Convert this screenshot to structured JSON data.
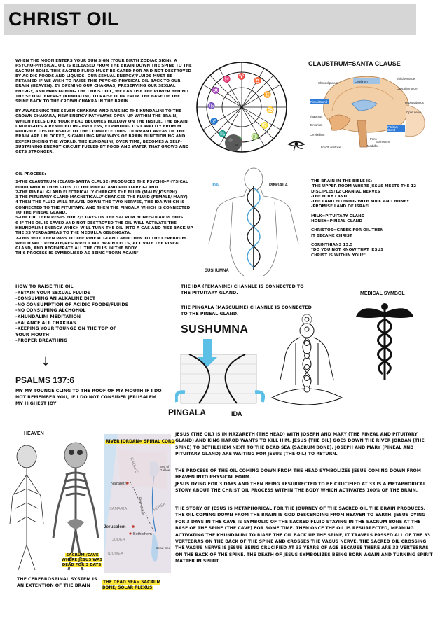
{
  "title": "CHRIST OIL",
  "intro": [
    "WHEN THE MOON ENTERS YOUR SUN SIGN (YOUR BIRTH ZODIAC SIGN), A PSYCHO-PHYSICAL OIL IS RELEASED FROM THE BRAIN DOWN THE SPINE TO THE SACRUM BONE. THIS SACRED FLUID MUST BE CARED FOR AND NOT DESTROYED BY ACIDIC FOODS AND LIQUIDS. OUR SEXUAL ENERGY/FLUIDS MUST BE RETAINED IF WE WISH TO RAISE THIS PSYCHO-PHYSICAL OIL BACK TO OUR BRAIN (HEAVEN). BY OPENING OUR CHAKRAS, PRESERVING OUR SEXUAL ENERGY, AND MAINTAINING THE CHRIST OIL, WE CAN USE THE POWER BEHIND THE SEXUAL ENERGY (KUNDALINI) TO RAISE IT UP FROM THE BASE OF THE SPINE BACK TO THE CROWN CHAKRA IN THE BRAIN.",
    "BY AWAKENING THE SEVEN CHAKRAS AND RAISING THE KUNDALINI TO THE CROWN CHAKARA, NEW ENERGY PATHWAYS OPEN UP WITHIN THE BRAIN, WHICH FEELS LIKE YOUR HEAD BECOMES HOLLOW ON THE INSIDE. THE BRAIN UNDERGOES A REMODELLING PROCESS, EXPANDING ITS CAPACITY FROM M ROUGHLY 10% OF USAGE TO THE COMPLETE 100%. DORMANT AREAS OF THE BRAIN ARE UNLOCKED, SIGNALLING NEW WAYS OF BRAIN FUNCTIONING AND EXPERIENCING THE WORLD. THE KUNDALINI, OVER TIME, BECOMES A SELF-SUSTAINING ENERGY CIRCUIT FUELED BY FOOD AND WATER THAT GROWS AND GETS STRONGER."
  ],
  "oil_process": {
    "heading": "OIL PROCESS:",
    "lines": [
      "1-THE CLAUSTRUM (CLAUS-SANTA CLAUSE) PRODUCES THE PSYCHO-PHYSICAL FLUID WHICH THEN GOES TO THE PINEAL AND PITUITARY GLAND",
      "2-THE PINEAL GLAND ELECTRICALLY CHARGES THE FLUID (MALE/ JOSEPH)",
      "3-THE PITUITARY GLAND MAGNETICALLY CHARGES THE FLUID (FEMALE/ MARY)",
      "4-THEN THE FLUID WILL TRAVEL DOWN THE TWO NERVES, THE IDA WHICH IS CONNECTED TO THE PITUITARY, AND THEN THE PINGALA WHICH IS CONNECTED TO THE PINEAL GLAND.",
      "5-THE OIL THEN RESTS FOR 2/3 DAYS ON THE SACRUM BONE/SOLAR PLEXUS",
      "6-IF THE OIL IS SAVED AND NOT DESTROYED THE OIL WILL ACTIVATE THE KHUNDALINI ENERGY WHICH WILL TURN THE OIL INTO A GAS AND RISE BACK UP THE 33 VERDABREAS TO THE MEDULLA OBLONGATA.",
      "7-THIS WILL THEN PASS TO THE PINEAL GLAND AND THEN TO THE CEREBRUM WHICH WILL REBIRTH/RESURRECT ALL BRAIN CELLS, ACTIVATE THE PINEAL GLAND, AND REGENERATE ALL THE CELLS IN THE BODY",
      "THIS PROCESS IS SYMBOLISED AS BEING \"BORN AGAIN\""
    ]
  },
  "claustrum_heading": "CLAUSTRUM=SANTA CLAUSE",
  "brain_labels": [
    "Cerebrum",
    "Third ventricle",
    "Choroid plexus",
    "Lateral ventricle",
    "Pineal Gland",
    "Hypothalamus",
    "Optic nerve",
    "Thalamus",
    "Cerebellum",
    "Pituitary Gland",
    "Pons",
    "Brain stem",
    "Medulla",
    "Tentorium",
    "Fourth ventricle"
  ],
  "body_labels": {
    "ida": "IDA",
    "pingala": "PINGALA",
    "sushumna": "SUSHUMNA"
  },
  "bible": {
    "lines": [
      "THE BRAIN IN THE BIBLE IS:",
      "-THE UPPER ROOM WHERE JESUS MEETS THE 12 DISCIPLES/12 CRANIAL NERVES",
      "-THE HOLY LAND",
      "-THE LAND FLOWING WITH MILK AND HONEY",
      "-PROMISE LAND OF ISRAEL"
    ],
    "milk": "MILK=PITUITARY  GLAND",
    "honey": "HONEY=PINEAL GLAND",
    "christos": "CHRISTOS=GREEK FOR OIL THEN IT BECAME CHRIST",
    "corinthians": "CORINTHIANS 13:5",
    "quote": "\"DO YOU NOT KNOW THAT JESUS CHRIST IS WITHIN YOU?\""
  },
  "raise": {
    "lines": [
      "HOW TO RAISE THE OIL",
      "-RETAIN YOUR SEXUAL FLUIDS",
      "-CONSUMING AN ALKALINE DIET",
      "-NO CONSUMPTION OF ACIDIC FOODS/FLUIDS",
      "-NO CONSUMING ALCHOHOL",
      "-KHUNDALINI MEDITATION",
      "-BALANCE ALL CHAKRAS",
      "-KEEPING YOUR TOUNGE ON THE TOP OF YOUR MOUTH",
      "-PROPER BREATHING"
    ],
    "arrow": "↓"
  },
  "psalms": {
    "heading": "PSALMS 137:6",
    "text": "MY MY TOUNGE CLING TO THE ROOF OF MY MOUTH IF I DO NOT REMEMBER YOU, IF I DO NOT CONSIDER JERUSALEM MY HIGHEST JOY"
  },
  "ida_note": "THE IDA (FEMANINE) CHANNLE IS CONNECTED TO THE PITUITARY GLAND.",
  "pingala_note": "THE PINGALA (MASCULINE) CHANNLE IS CONNECTED TO THE PINEAL GLAND.",
  "medical_symbol": "MEDICAL SYMBOL",
  "sushumna_big": "SUSHUMNA",
  "pingala_big": "PINGALA",
  "ida_big": "IDA",
  "heaven": "HEAVEN",
  "sacrum_label": "SACRUM /CAVE WHERE JESUS WAS DEAD FOR 3 DAYS",
  "cerebrospinal": "THE  CEREBROSPINAL SYSTEM IS AN EXTENTION OF THE BRAIN",
  "map": {
    "jordan": "RIVER JORDAN= SPINAL CORD",
    "dead_sea": "THE DEAD SEA= SACRUM BONE/ SOLAR PLEXUS",
    "places": [
      "GALILEE",
      "Sea of Galilee",
      "Nazareth",
      "SAMARIA",
      "PEREA",
      "Jerusalem",
      "Bethlehem",
      "JUDEA",
      "Dead Sea",
      "IDUMEA",
      "River Jordan"
    ]
  },
  "story": [
    "JESUS (THE OIL) IS IN NAZARETH (THE HEAD) WITH JOSEPH AND MARY (THE PINEAL AND PITUITARY GLAND) AND KING HAROD WANTS TO KILL HIM. JESUS (THE OIL) GOES DOWN THE RIVER JORDAN (THE SPINE) TO BETHLEHEM NEXT TO THE DEAD SEA (SACRUM BONE). JOSEPH AND MARY (PINEAL AND PITUITARY GLAND) ARE WAITING FOR JESUS (THE OIL) TO RETURN.",
    "THE PROCESS OF THE OIL COMING DOWN FROM THE HEAD SYMBOLIZES JESUS COMING DOWN FROM HEAVEN INTO PHYSICAL FORM.\nJESUS DYING FOR 3 DAYS AND THEN BEING RESURRECTED TO BE CRUCIFIED AT 33 IS A METAPHORICAL STORY ABOUT THE CHRIST OIL PROCESS WITHIN THE BODY WHICH ACTIVATES 100% OF THE BRAIN.",
    "THE STORY OF JESUS IS METAPHORICAL FOR THE JOURNEY OF THE SACRED OIL THE BRAIN PRODUCES. THE OIL COMING DOWN FROM THE BRAIN IS GOD DESCENDING FROM HEAVEN TO EARTH. JESUS DYING FOR 3 DAYS IN THE CAVE IS SYMBOLIC OF THE SACRED FLUID STAYING IN THE SACRUM BONE AT THE BASE OF THE SPINE (THE CAVE) FOR SOME TIME. THEN ONCE THE OIL IS RESURRECTED, MEANING ACTIVATING THE KHUNDALINI TO RIASE THE OIL BACK UP THE SPINE, IT TRAVELS PASSED ALL OF THE 33 VERTEBRAS ON THE BACK OF THE SPINE AND CROSSES THE VAGUS NERVE. THE SACRED OIL CROSSING THE VAGUS NERVE IS JESUS BEING CRUCIFIED AT 33 YEARS OF AGE BECAUSE THERE ARE 33 VERTEBRAS ON THE BACK OF THE SPINE. THE DEATH OF JESUS SYMBOLIZES BEING BORN AGAIN AND TURNING SPIRIT MATTER IN SPIRIT."
  ],
  "colors": {
    "highlight": "#ffe83a",
    "title_bar": "#d6d6d6",
    "arrow_blue": "#5bbfe6",
    "ida_blue": "#4aa3d8"
  }
}
